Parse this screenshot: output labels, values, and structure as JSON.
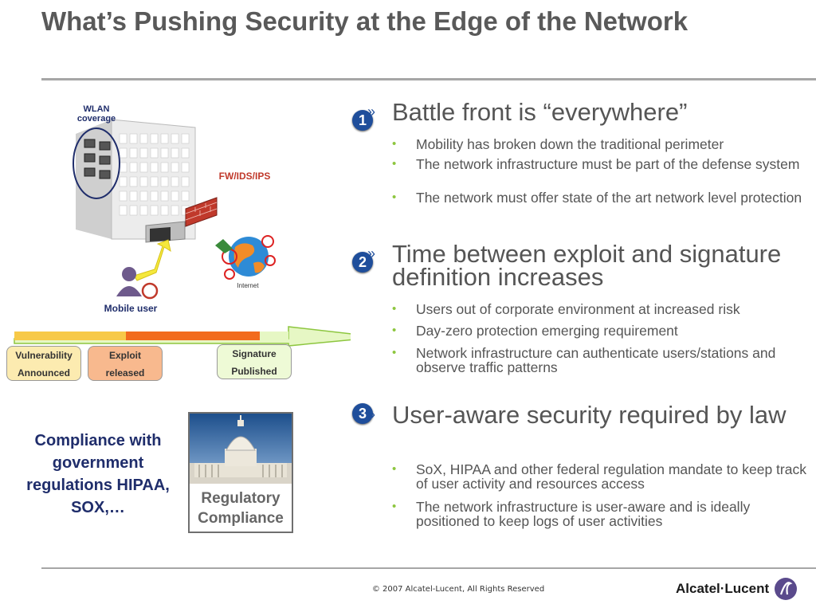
{
  "title": "What’s Pushing Security at the Edge of the Network",
  "sections": [
    {
      "number": "1",
      "heading": "Battle front is “everywhere”",
      "bullets": [
        "Mobility has broken down the traditional perimeter",
        "The network infrastructure must be part of the defense system",
        "The network must offer state of the art network level protection"
      ]
    },
    {
      "number": "2",
      "heading": "Time between exploit and signature definition increases",
      "bullets": [
        "Users out of corporate environment at increased risk",
        "Day-zero protection emerging requirement",
        "Network infrastructure can authenticate users/stations and observe traffic patterns"
      ]
    },
    {
      "number": "3",
      "heading": "User-aware security required by law",
      "bullets": [
        "SoX, HIPAA and other federal regulation mandate to keep track of user activity and resources access",
        "The network infrastructure is user-aware and is ideally positioned to keep logs of user activities"
      ]
    }
  ],
  "heading_marker": "»",
  "diagram": {
    "wlan_line1": "WLAN",
    "wlan_line2": "coverage",
    "firewall": "FW/IDS/IPS",
    "internet": "Internet",
    "mobile_user": "Mobile user",
    "timeline": {
      "vulnerability_line1": "Vulnerability",
      "vulnerability_line2": "Announced",
      "exploit_line1": "Exploit",
      "exploit_line2": "released",
      "signature_line1": "Signature",
      "signature_line2": "Published"
    }
  },
  "compliance_text": "Compliance with government regulations HIPAA, SOX,…",
  "regulatory_line1": "Regulatory",
  "regulatory_line2": "Compliance",
  "footer": {
    "copyright": "© 2007 Alcatel-Lucent, All Rights Reserved",
    "logo": "Alcatel·Lucent"
  },
  "colors": {
    "title": "#595959",
    "number_badge": "#1f4e9b",
    "bullet": "#8dc63f",
    "compliance_text": "#1f2d6b",
    "timeline_yellow": "#f7c948",
    "timeline_orange": "#f26b1d",
    "timeline_arrow": "#e6f7c4"
  }
}
